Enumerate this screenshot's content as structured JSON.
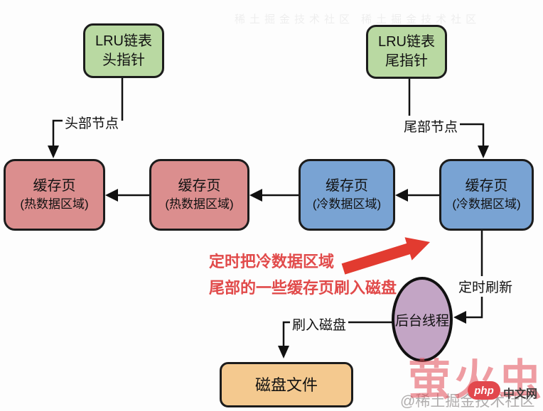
{
  "nodes": {
    "lru_head": {
      "line1": "LRU链表",
      "line2": "头指针"
    },
    "lru_tail": {
      "line1": "LRU链表",
      "line2": "尾指针"
    },
    "background_thread": {
      "label": "后台线程"
    },
    "disk_file": {
      "label": "磁盘文件"
    }
  },
  "cache_boxes": [
    {
      "title": "缓存页",
      "subtitle": "(热数据区域)",
      "region": "hot"
    },
    {
      "title": "缓存页",
      "subtitle": "(热数据区域)",
      "region": "hot"
    },
    {
      "title": "缓存页",
      "subtitle": "(冷数据区域)",
      "region": "cold"
    },
    {
      "title": "缓存页",
      "subtitle": "(冷数据区域)",
      "region": "cold"
    }
  ],
  "edge_labels": {
    "head_node": "头部节点",
    "tail_node": "尾部节点",
    "timed_refresh": "定时刷新",
    "flush_to_disk": "刷入磁盘"
  },
  "annotation": {
    "line1": "定时把冷数据区域",
    "line2": "尾部的一些缓存页刷入磁盘"
  },
  "watermarks": {
    "firefly": "萤火虫",
    "php_logo": "php",
    "php_site": "中文网",
    "juejin": "@稀土掘金技术社区",
    "faint_top": "稀土掘金技术社区 稀土掘金技术社区"
  },
  "colors": {
    "hot_fill": "#db8e8e",
    "cold_fill": "#79a3d3",
    "pointer_fill": "#b9d9a2",
    "thread_fill": "#c3a5c5",
    "disk_fill": "#f4c98f",
    "annotation_red": "#e14a4a",
    "highlight_arrow_red": "#e23b30",
    "line_black": "#111111"
  }
}
